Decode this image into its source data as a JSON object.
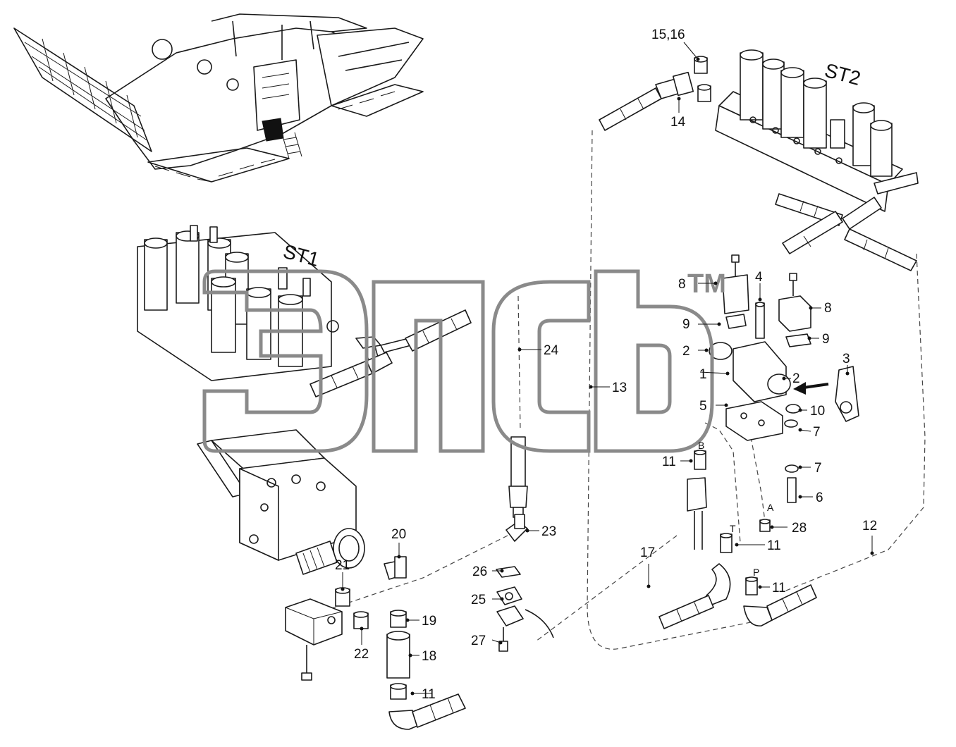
{
  "assemblies": {
    "st1": "ST1",
    "st2": "ST2"
  },
  "watermark": {
    "trademark": "TM"
  },
  "corner_mark": "",
  "ports": {
    "a": "A",
    "b": "B",
    "p": "P",
    "t": "T"
  },
  "callouts": [
    {
      "id": "1",
      "text": "1"
    },
    {
      "id": "2a",
      "text": "2"
    },
    {
      "id": "2b",
      "text": "2"
    },
    {
      "id": "3",
      "text": "3"
    },
    {
      "id": "4",
      "text": "4"
    },
    {
      "id": "5",
      "text": "5"
    },
    {
      "id": "6",
      "text": "6"
    },
    {
      "id": "7a",
      "text": "7"
    },
    {
      "id": "7b",
      "text": "7"
    },
    {
      "id": "8a",
      "text": "8"
    },
    {
      "id": "8b",
      "text": "8"
    },
    {
      "id": "9a",
      "text": "9"
    },
    {
      "id": "9b",
      "text": "9"
    },
    {
      "id": "10",
      "text": "10"
    },
    {
      "id": "11a",
      "text": "11"
    },
    {
      "id": "11b",
      "text": "11"
    },
    {
      "id": "11c",
      "text": "11"
    },
    {
      "id": "11d",
      "text": "11"
    },
    {
      "id": "12",
      "text": "12"
    },
    {
      "id": "13",
      "text": "13"
    },
    {
      "id": "14",
      "text": "14"
    },
    {
      "id": "15_16",
      "text": "15,16"
    },
    {
      "id": "17",
      "text": "17"
    },
    {
      "id": "18",
      "text": "18"
    },
    {
      "id": "19",
      "text": "19"
    },
    {
      "id": "20",
      "text": "20"
    },
    {
      "id": "21",
      "text": "21"
    },
    {
      "id": "22",
      "text": "22"
    },
    {
      "id": "23",
      "text": "23"
    },
    {
      "id": "24",
      "text": "24"
    },
    {
      "id": "25",
      "text": "25"
    },
    {
      "id": "26",
      "text": "26"
    },
    {
      "id": "27",
      "text": "27"
    },
    {
      "id": "28",
      "text": "28"
    }
  ]
}
